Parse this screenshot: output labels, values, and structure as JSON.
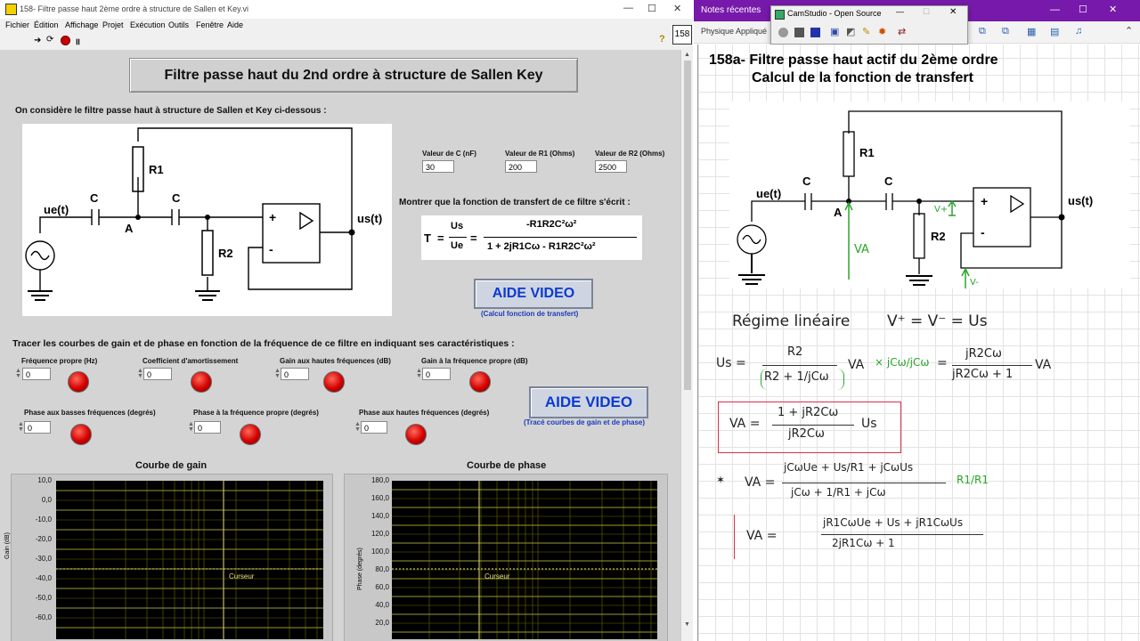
{
  "left_window": {
    "title": "158- Filtre passe haut 2ème ordre à structure de Sallen et Key.vi",
    "menu": [
      "Fichier",
      "Édition",
      "Affichage",
      "Projet",
      "Exécution",
      "Outils",
      "Fenêtre",
      "Aide"
    ],
    "badge": "158",
    "banner": "Filtre passe haut du 2nd ordre à structure de Sallen Key",
    "intro": "On considère le filtre passe haut à structure de Sallen et Key ci-dessous :",
    "circuit": {
      "ue": "ue(t)",
      "us": "us(t)",
      "c1": "C",
      "c2": "C",
      "r1": "R1",
      "r2": "R2",
      "node": "A",
      "plus": "+",
      "minus": "-"
    },
    "params": [
      {
        "label": "Valeur de C (nF)",
        "value": "30"
      },
      {
        "label": "Valeur de R1 (Ohms)",
        "value": "200"
      },
      {
        "label": "Valeur de R2 (Ohms)",
        "value": "2500"
      }
    ],
    "show_text": "Montrer que la fonction de transfert de ce filtre s'écrit :",
    "formula": {
      "lhs": "T",
      "num_us": "Us",
      "den_ue": "Ue",
      "num": "-R1R2C²ω²",
      "den": "1 + 2jR1Cω - R1R2C²ω²"
    },
    "aide1": {
      "label": "AIDE VIDEO",
      "sub": "(Calcul fonction de transfert)"
    },
    "trace_text": "Tracer les courbes de gain et de phase en fonction de la fréquence de ce filtre en indiquant ses caractéristiques  :",
    "indicators_row1": [
      {
        "label": "Fréquence propre (Hz)",
        "value": "0"
      },
      {
        "label": "Coefficient d'amortissement",
        "value": "0"
      },
      {
        "label": "Gain aux hautes fréquences (dB)",
        "value": "0"
      },
      {
        "label": "Gain à la fréquence propre (dB)",
        "value": "0"
      }
    ],
    "indicators_row2": [
      {
        "label": "Phase aux basses fréquences (degrés)",
        "value": "0"
      },
      {
        "label": "Phase à la fréquence propre (degrés)",
        "value": "0"
      },
      {
        "label": "Phase aux hautes fréquences (degrés)",
        "value": "0"
      }
    ],
    "aide2": {
      "label": "AIDE VIDEO",
      "sub": "(Tracé courbes de gain et de phase)"
    },
    "gain_chart": {
      "title": "Courbe de gain",
      "ylabel": "Gain (dB)",
      "ticks": [
        "10,0",
        "0,0",
        "-10,0",
        "-20,0",
        "-30,0",
        "-40,0",
        "-50,0",
        "-60,0"
      ],
      "cursor": "Curseur"
    },
    "phase_chart": {
      "title": "Courbe de phase",
      "ylabel": "Phase (degrés)",
      "ticks": [
        "180,0",
        "160,0",
        "140,0",
        "120,0",
        "100,0",
        "80,0",
        "60,0",
        "40,0",
        "20,0"
      ],
      "cursor": "Curseur"
    }
  },
  "right_window": {
    "tab": "Notes récentes",
    "toolbar_label": "Physique Appliqué",
    "camstudio": "CamStudio - Open Source",
    "title1": "158a- Filtre passe haut actif du 2ème ordre",
    "title2": "Calcul de la fonction de transfert",
    "schematic": {
      "ue": "ue(t)",
      "us": "us(t)",
      "c1": "C",
      "c2": "C",
      "r1": "R1",
      "r2": "R2",
      "node": "A",
      "plus": "+",
      "minus": "-",
      "va": "VA",
      "vplus": "V+",
      "vminus": "V-"
    },
    "notes": {
      "regime": "Régime linéaire",
      "regime_eq": "V⁺ = V⁻ = Us",
      "eq1_lhs": "Us =",
      "eq1_num": "R2",
      "eq1_den": "R2 + 1/jCω",
      "eq1_mid": "VA",
      "eq1_num2": "jR2Cω",
      "eq1_den2": "jR2Cω + 1",
      "box_lhs": "VA =",
      "box_num": "1 + jR2Cω",
      "box_den": "jR2Cω",
      "box_rhs": "Us",
      "eq3_lhs": "VA =",
      "eq3_num": "jCωUe + Us/R1 + jCωUs",
      "eq3_den": "jCω + 1/R1 + jCω",
      "eq3_mul": "R1/R1",
      "eq4_lhs": "VA =",
      "eq4_num": "jR1CωUe + Us + jR1CωUs",
      "eq4_den": "2jR1Cω + 1"
    }
  },
  "colors": {
    "video_text": "#0a3ad1",
    "led": "#d40000",
    "onenote": "#7719aa",
    "box": "#d9304a",
    "green": "#2aa52a",
    "cursor": "#e6e07a"
  }
}
